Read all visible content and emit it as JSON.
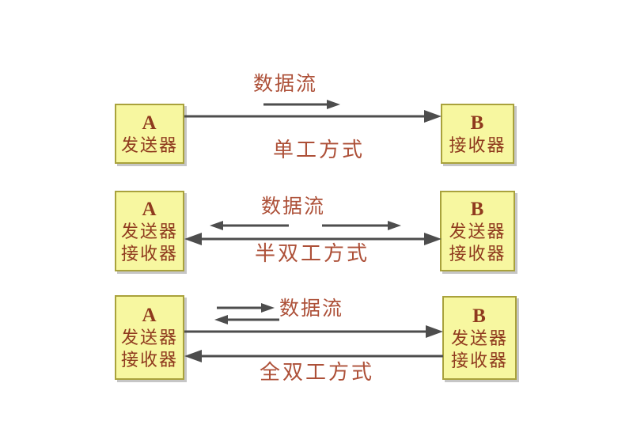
{
  "diagram": {
    "colors": {
      "background": "#ffffff",
      "box_fill": "#f7f7a0",
      "box_border": "#a9a23c",
      "box_shadow": "#c6c6c6",
      "box_text": "#8f3a1e",
      "label_text": "#ad5038",
      "arrow": "#4d4d4d"
    },
    "sections": [
      {
        "name": "simplex",
        "flow_label": "数据流",
        "mode_label": "单工方式",
        "box_a": {
          "letter": "A",
          "roles": [
            "发送器"
          ]
        },
        "box_b": {
          "letter": "B",
          "roles": [
            "接收器"
          ]
        }
      },
      {
        "name": "half-duplex",
        "flow_label": "数据流",
        "mode_label": "半双工方式",
        "box_a": {
          "letter": "A",
          "roles": [
            "发送器",
            "接收器"
          ]
        },
        "box_b": {
          "letter": "B",
          "roles": [
            "发送器",
            "接收器"
          ]
        }
      },
      {
        "name": "full-duplex",
        "flow_label": "数据流",
        "mode_label": "全双工方式",
        "box_a": {
          "letter": "A",
          "roles": [
            "发送器",
            "接收器"
          ]
        },
        "box_b": {
          "letter": "B",
          "roles": [
            "发送器",
            "接收器"
          ]
        }
      }
    ]
  }
}
